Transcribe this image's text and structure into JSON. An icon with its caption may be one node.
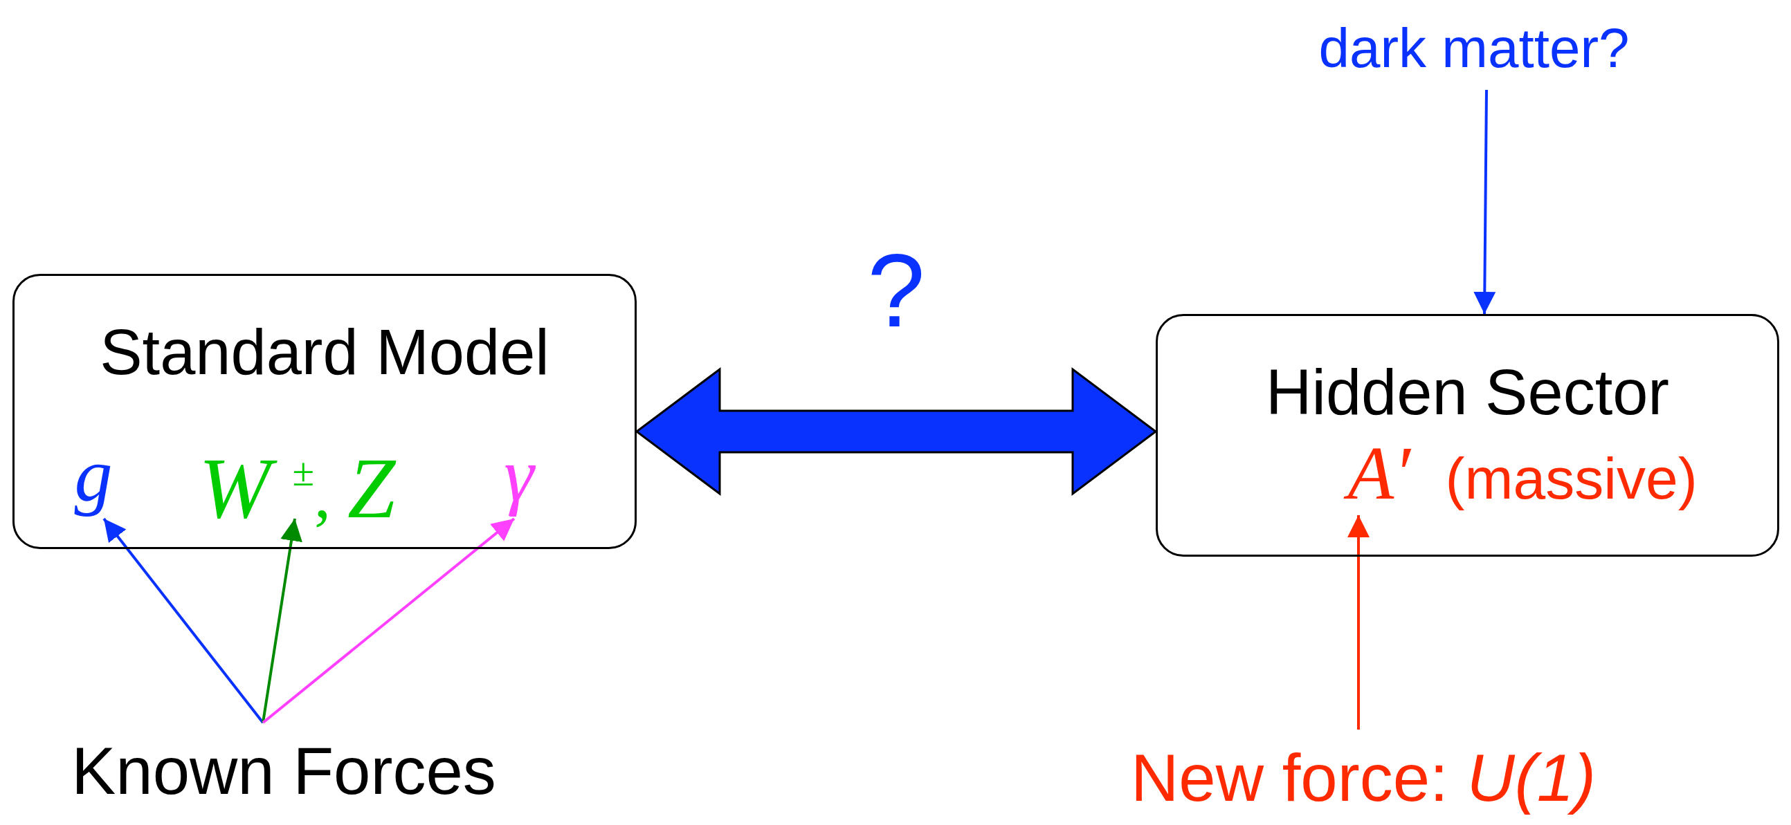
{
  "diagram": {
    "nodes": [
      {
        "text": [
          "Standard Model"
        ]
      },
      {
        "text": [
          "g"
        ],
        "in": 0
      },
      {
        "text": [
          "*W*$^{±}$, *Z*"
        ],
        "in": 0
      },
      {
        "text": [
          "γ"
        ],
        "in": 0
      },
      {
        "text": [
          "Known Forces"
        ]
      },
      {
        "text": [
          "Hidden Sector"
        ]
      },
      {
        "text": [
          "*A′* (massive)"
        ],
        "in": 5
      },
      {
        "text": [
          "dark matter?"
        ]
      },
      {
        "text": [
          "New force: *U(1)*"
        ]
      }
    ],
    "edges": [
      {
        "from": 4,
        "to": 1,
        "arrow": "to"
      },
      {
        "from": 4,
        "to": 2,
        "arrow": "to",
        "color": "#008a00"
      },
      {
        "from": 4,
        "to": 3,
        "arrow": "to",
        "color": "#ff40ff"
      },
      {
        "from": 0,
        "to": 5,
        "arrow": "both",
        "style": "thick",
        "label": "?"
      },
      {
        "from": 7,
        "to": 5,
        "arrow": "to"
      },
      {
        "from": 8,
        "to": 6,
        "arrow": "to",
        "color": "#ff2a00"
      }
    ]
  }
}
